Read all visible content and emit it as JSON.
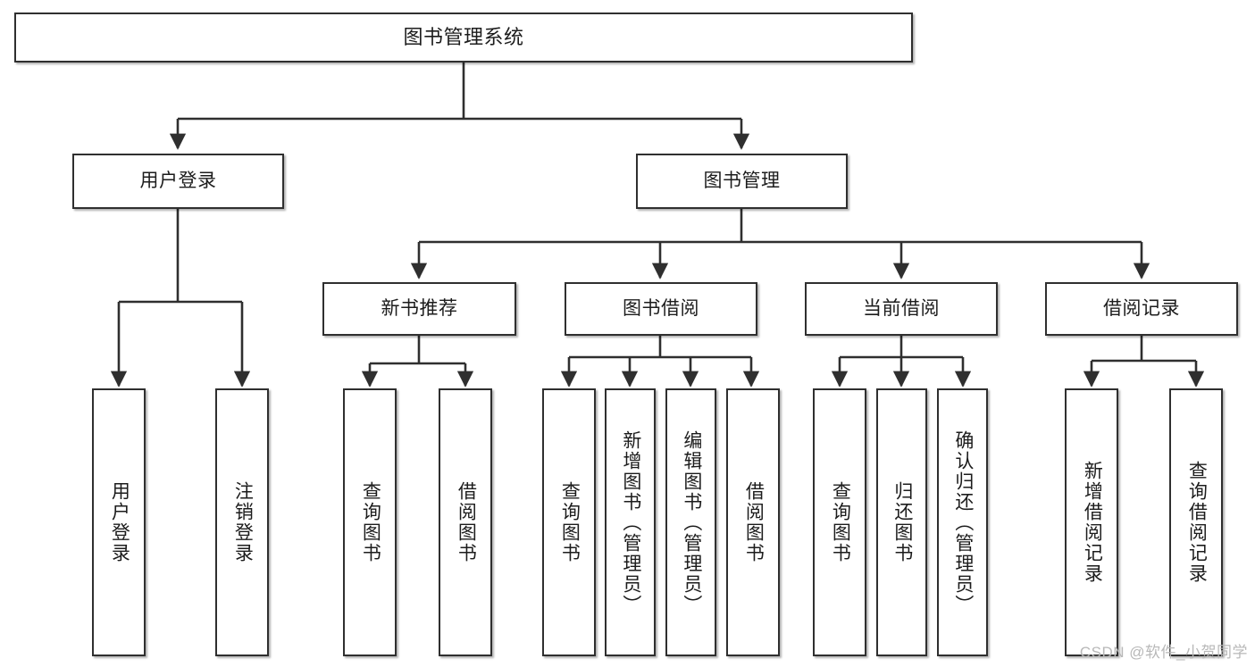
{
  "diagram": {
    "title": "图书管理系统",
    "watermark": "CSDN @软件_小贺同学",
    "colors": {
      "border": "#2f2f2f",
      "background": "#ffffff",
      "text": "#1c1c1c",
      "connector": "#2f2f2f",
      "watermark": "#b8b8b8"
    },
    "root": {
      "label": "图书管理系统"
    },
    "level2": [
      {
        "label": "用户登录"
      },
      {
        "label": "图书管理"
      }
    ],
    "level3": [
      {
        "label": "新书推荐"
      },
      {
        "label": "图书借阅"
      },
      {
        "label": "当前借阅"
      },
      {
        "label": "借阅记录"
      }
    ],
    "leaves": {
      "user_login": [
        {
          "label": "用户登录"
        },
        {
          "label": "注销登录"
        }
      ],
      "new_book_recommend": [
        {
          "label": "查询图书"
        },
        {
          "label": "借阅图书"
        }
      ],
      "book_borrow": [
        {
          "label": "查询图书"
        },
        {
          "label": "新增图书（管理员）"
        },
        {
          "label": "编辑图书（管理员）"
        },
        {
          "label": "借阅图书"
        }
      ],
      "current_borrow": [
        {
          "label": "查询图书"
        },
        {
          "label": "归还图书"
        },
        {
          "label": "确认归还（管理员）"
        }
      ],
      "borrow_record": [
        {
          "label": "新增借阅记录"
        },
        {
          "label": "查询借阅记录"
        }
      ]
    }
  }
}
